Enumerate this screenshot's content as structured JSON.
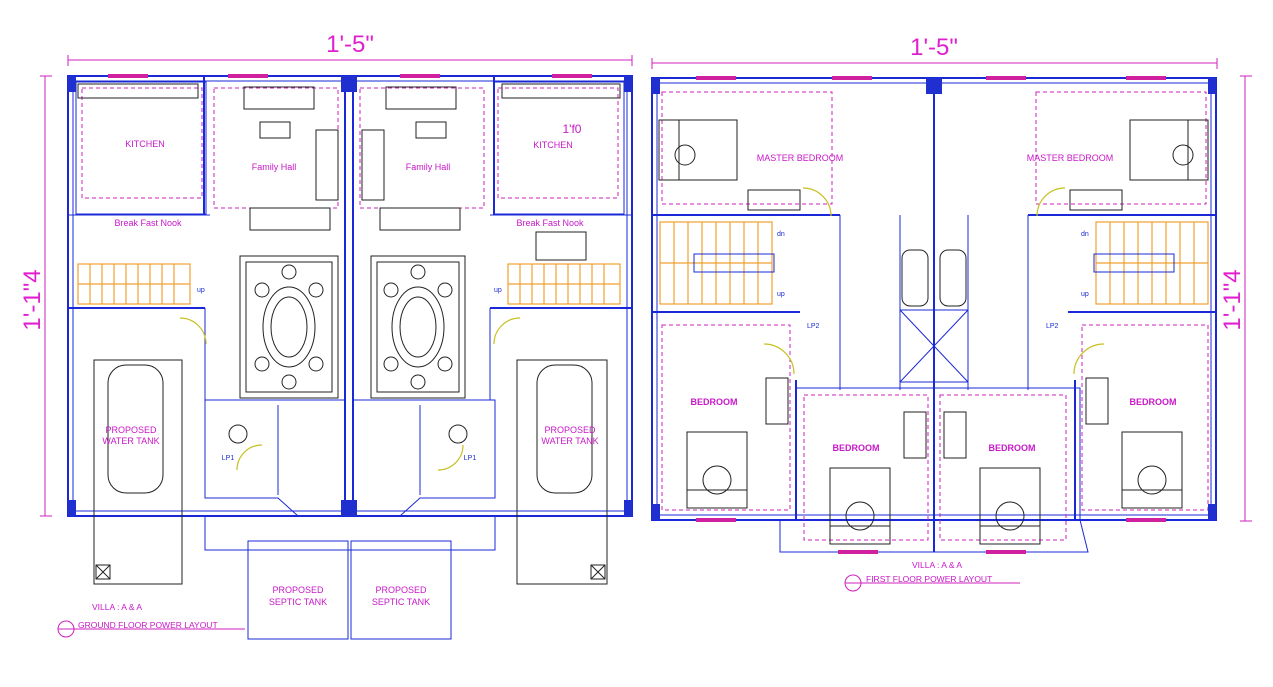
{
  "ground_floor": {
    "width_dim": "1'-5\"",
    "height_dim": "1'-1\"4",
    "rooms": {
      "kitchen_left": "KITCHEN",
      "kitchen_right": "KITCHEN",
      "kitchen_right_tag": "1'f0",
      "family_hall_left": "Family Hall",
      "family_hall_right": "Family Hall",
      "breakfast_left": "Break Fast Nook",
      "breakfast_right": "Break Fast Nook",
      "water_tank_left": "PROPOSED\nWATER TANK",
      "water_tank_right": "PROPOSED\nWATER TANK",
      "septic_left": "PROPOSED\nSEPTIC TANK",
      "septic_right": "PROPOSED\nSEPTIC TANK"
    },
    "lp_left": "LP1",
    "lp_right": "LP1",
    "up_left": "up",
    "up_right": "up",
    "villa": "VILLA : A & A",
    "title": "GROUND  FLOOR  POWER LAYOUT"
  },
  "first_floor": {
    "width_dim": "1'-5\"",
    "height_dim": "1'-1\"4",
    "rooms": {
      "master_left": "MASTER BEDROOM",
      "master_right": "MASTER BEDROOM",
      "bed1": "BEDROOM",
      "bed2": "BEDROOM",
      "bed3": "BEDROOM",
      "bed4": "BEDROOM"
    },
    "lp_left": "LP2",
    "lp_right": "LP2",
    "dn": "dn",
    "up": "up",
    "villa": "VILLA  : A & A",
    "title": "FIRST  FLOOR  POWER LAYOUT"
  },
  "colors": {
    "wall": "#1a28d8",
    "text": "#c818c8",
    "stair": "#f0a030"
  }
}
